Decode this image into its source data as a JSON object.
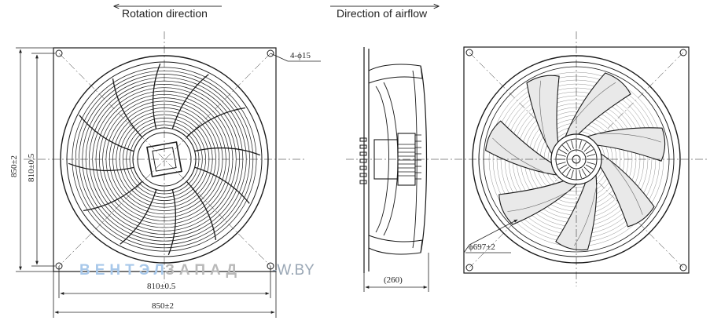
{
  "labels": {
    "rotation": "Rotation direction",
    "airflow": "Direction of airflow"
  },
  "dimensions": {
    "hole_spec": "4-ϕ15",
    "outer_vertical": "850±2",
    "inner_vertical": "810±0.5",
    "inner_horizontal": "810±0.5",
    "outer_horizontal": "850±2",
    "depth": "(260)",
    "fan_diameter": "ϕ697±2"
  },
  "watermark": {
    "part1": "ВЕНТЭЛ",
    "part2": "ЗАПАД",
    "part3": "-W.BY"
  },
  "colors": {
    "line": "#1a1a1a",
    "blade_fill": "#e9e9e9",
    "watermark_blue": "#a8c8ea",
    "watermark_gray": "#b9b9b9"
  }
}
